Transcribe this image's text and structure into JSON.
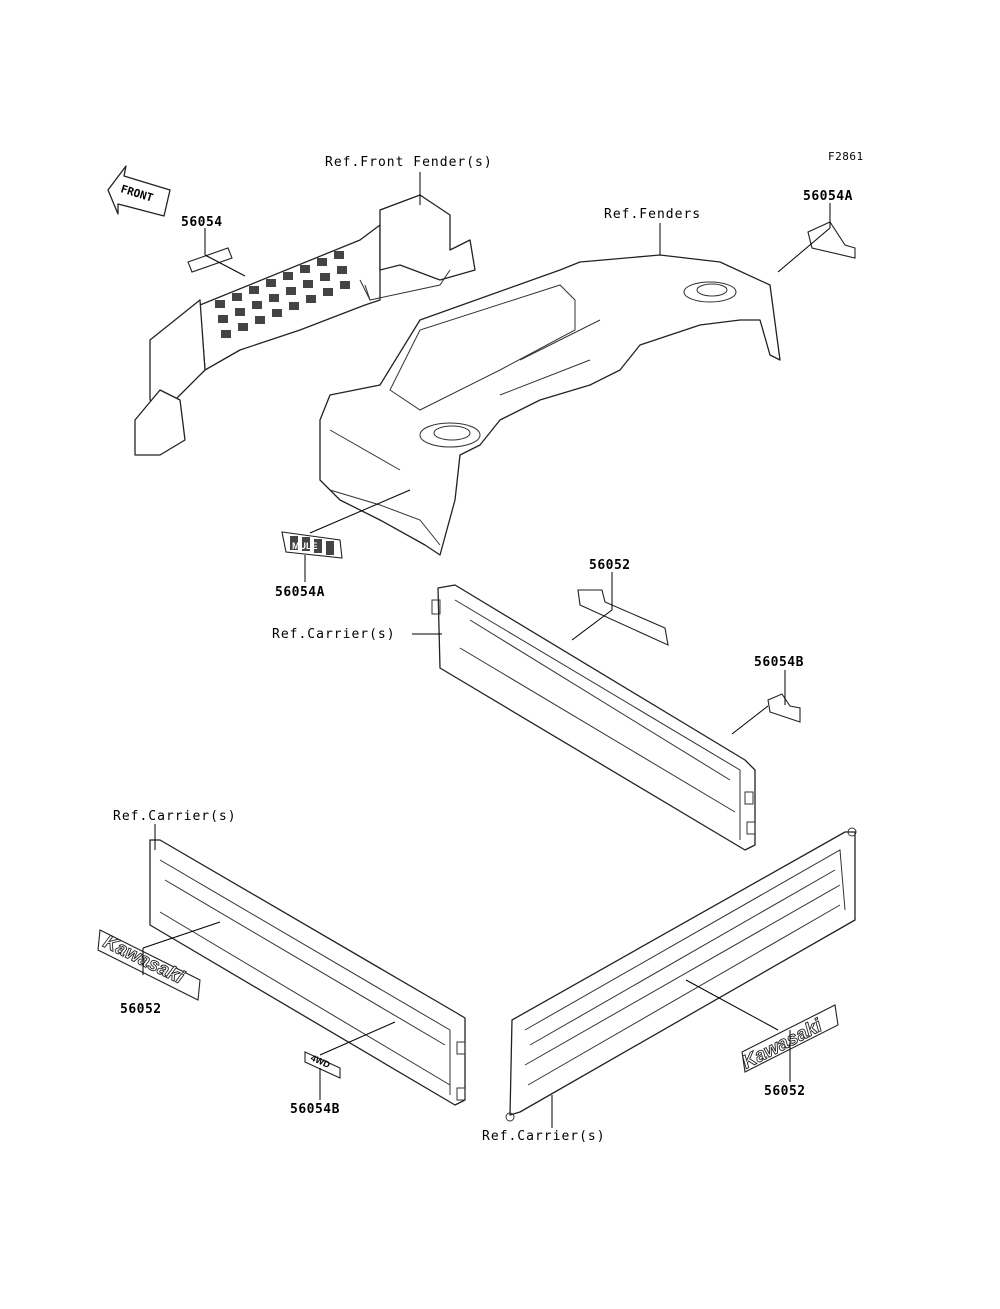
{
  "figure_code": "F2861",
  "front_arrow_text": "FRONT",
  "labels": {
    "ref_front_fender": "Ref.Front Fender(s)",
    "ref_fenders": "Ref.Fenders",
    "ref_carrier_1": "Ref.Carrier(s)",
    "ref_carrier_2": "Ref.Carrier(s)",
    "ref_carrier_3": "Ref.Carrier(s)"
  },
  "part_numbers": {
    "p56054_top": "56054",
    "p56054A_right": "56054A",
    "p56054A_left": "56054A",
    "p56052_mid": "56052",
    "p56054B_right": "56054B",
    "p56052_left": "56052",
    "p56054B_bottom": "56054B",
    "p56052_right": "56052"
  },
  "decal_text": {
    "kawasaki_left": "Kawasaki",
    "kawasaki_right": "Kawasaki",
    "badge_4wd": "4WD",
    "mule_logo": "MULE"
  }
}
